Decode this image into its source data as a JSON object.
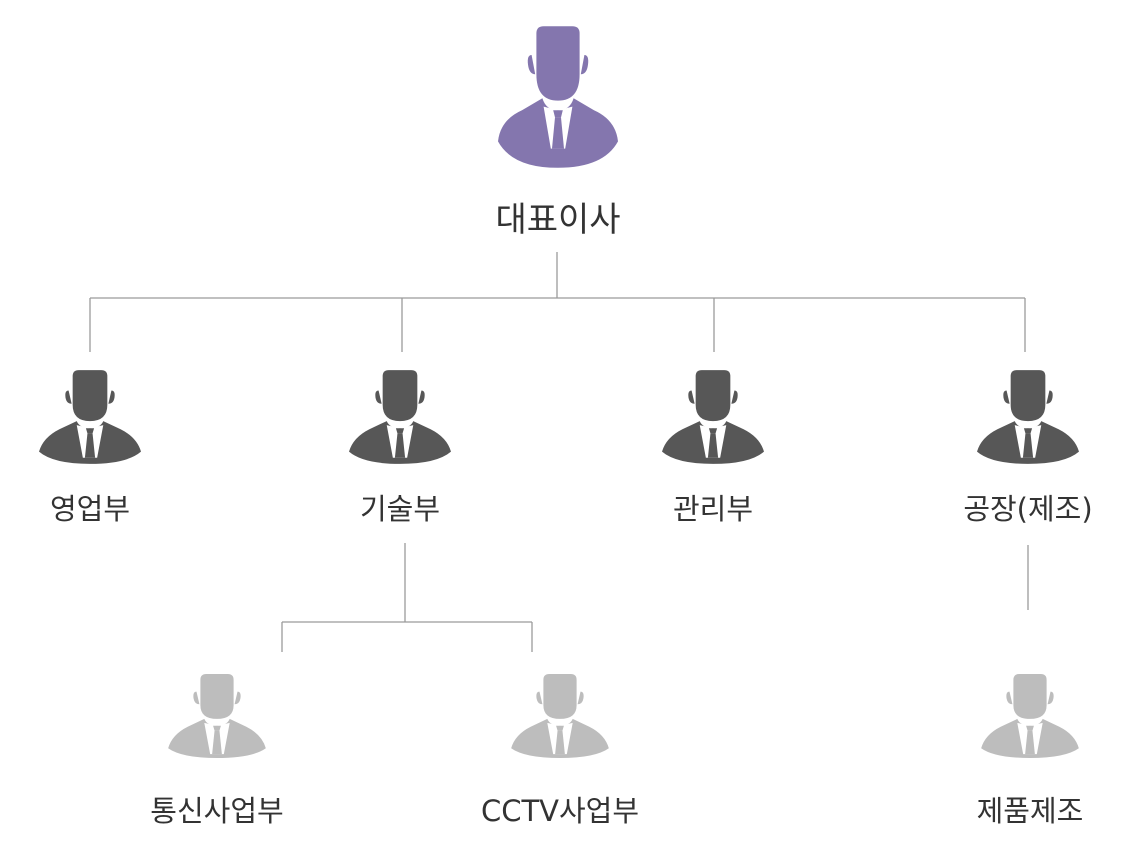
{
  "org": {
    "root": {
      "label": "대표이사",
      "color": "#8476ae",
      "icon": "person-icon"
    },
    "departments": [
      {
        "label": "영업부",
        "color": "#575757",
        "icon": "person-icon"
      },
      {
        "label": "기술부",
        "color": "#575757",
        "icon": "person-icon"
      },
      {
        "label": "관리부",
        "color": "#575757",
        "icon": "person-icon"
      },
      {
        "label": "공장(제조)",
        "color": "#575757",
        "icon": "person-icon"
      }
    ],
    "sub_units": [
      {
        "label": "통신사업부",
        "parent": "기술부",
        "color": "#bdbdbd",
        "icon": "person-icon"
      },
      {
        "label": "CCTV사업부",
        "parent": "기술부",
        "color": "#bdbdbd",
        "icon": "person-icon"
      },
      {
        "label": "제품제조",
        "parent": "공장(제조)",
        "color": "#bdbdbd",
        "icon": "person-icon"
      }
    ],
    "line_color": "#9a9a9a"
  }
}
